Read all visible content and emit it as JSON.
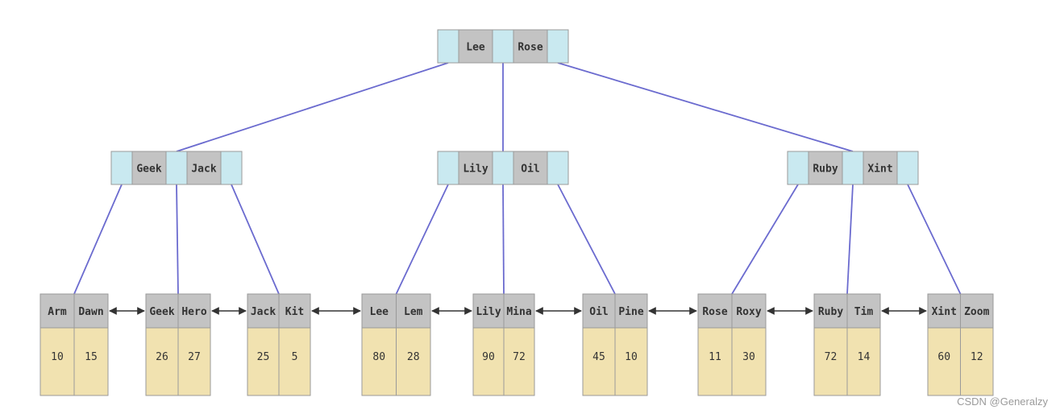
{
  "colors": {
    "pointer": "#c9e9f0",
    "key": "#c3c3c3",
    "value": "#f1e2b0",
    "border": "#9a9a9a",
    "edge": "#6b6bcf",
    "arrow": "#333333"
  },
  "root": {
    "keys": [
      "Lee",
      "Rose"
    ]
  },
  "internal": [
    {
      "keys": [
        "Geek",
        "Jack"
      ]
    },
    {
      "keys": [
        "Lily",
        "Oil"
      ]
    },
    {
      "keys": [
        "Ruby",
        "Xint"
      ]
    }
  ],
  "leaves": [
    {
      "keys": [
        "Arm",
        "Dawn"
      ],
      "values": [
        "10",
        "15"
      ]
    },
    {
      "keys": [
        "Geek",
        "Hero"
      ],
      "values": [
        "26",
        "27"
      ]
    },
    {
      "keys": [
        "Jack",
        "Kit"
      ],
      "values": [
        "25",
        "5"
      ]
    },
    {
      "keys": [
        "Lee",
        "Lem"
      ],
      "values": [
        "80",
        "28"
      ]
    },
    {
      "keys": [
        "Lily",
        "Mina"
      ],
      "values": [
        "90",
        "72"
      ]
    },
    {
      "keys": [
        "Oil",
        "Pine"
      ],
      "values": [
        "45",
        "10"
      ]
    },
    {
      "keys": [
        "Rose",
        "Roxy"
      ],
      "values": [
        "11",
        "30"
      ]
    },
    {
      "keys": [
        "Ruby",
        "Tim"
      ],
      "values": [
        "72",
        "14"
      ]
    },
    {
      "keys": [
        "Xint",
        "Zoom"
      ],
      "values": [
        "60",
        "12"
      ]
    }
  ],
  "watermark": "CSDN @Generalzy"
}
